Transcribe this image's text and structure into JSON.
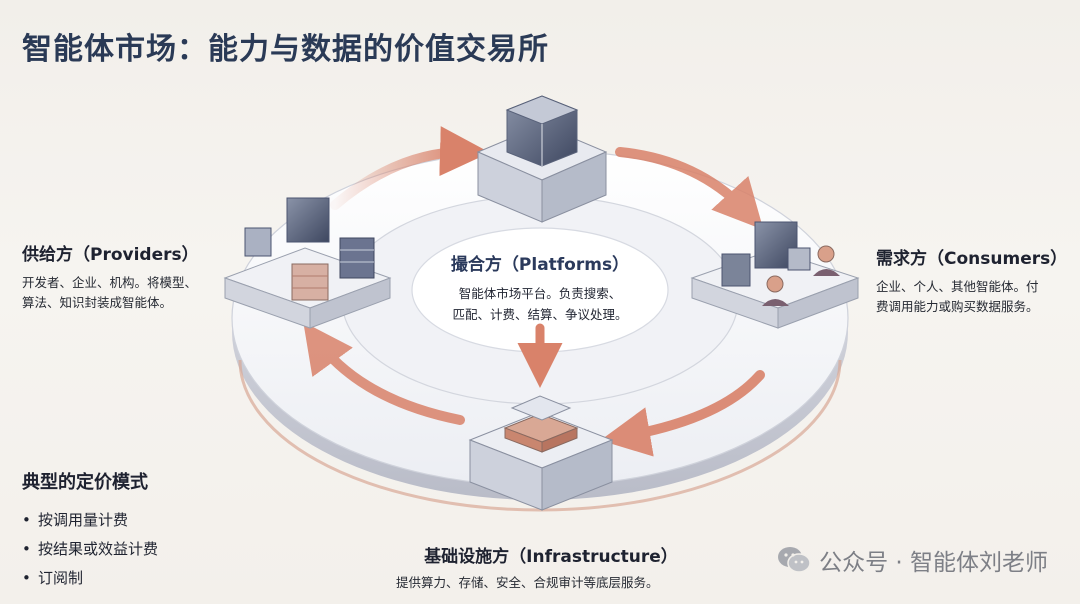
{
  "title": "智能体市场：能力与数据的价值交易所",
  "platform": {
    "title": "撮合方（Platforms）",
    "desc_line1": "智能体市场平台。负责搜索、",
    "desc_line2": "匹配、计费、结算、争议处理。"
  },
  "providers": {
    "title": "供给方（Providers）",
    "desc_line1": "开发者、企业、机构。将模型、",
    "desc_line2": "算法、知识封装成智能体。"
  },
  "consumers": {
    "title": "需求方（Consumers）",
    "desc_line1": "企业、个人、其他智能体。付",
    "desc_line2": "费调用能力或购买数据服务。"
  },
  "infrastructure": {
    "title": "基础设施方（Infrastructure）",
    "desc": "提供算力、存储、安全、合规审计等底层服务。"
  },
  "pricing": {
    "title": "典型的定价模式",
    "items": [
      "按调用量计费",
      "按结果或效益计费",
      "订阅制"
    ]
  },
  "watermark": {
    "text": "公众号 · 智能体刘老师",
    "icon": "wechat-icon"
  },
  "colors": {
    "accent": "#d9826a",
    "title": "#2a3a56",
    "navy": "#3c4a66"
  }
}
